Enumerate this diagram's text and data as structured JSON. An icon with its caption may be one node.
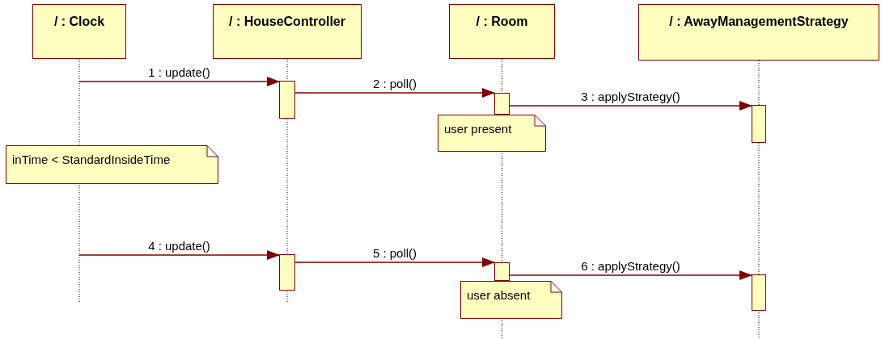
{
  "diagram": {
    "nodes": [
      {
        "text": [
          "/ : Clock"
        ]
      },
      {
        "text": [
          "/ : HouseController"
        ]
      },
      {
        "text": [
          "/ : Room"
        ]
      },
      {
        "text": [
          "/ : AwayManagementStrategy"
        ]
      },
      {
        "text": [],
        "shape": "bar",
        "in": 1
      },
      {
        "text": [],
        "shape": "bar",
        "in": 2
      },
      {
        "text": [],
        "shape": "bar",
        "in": 3
      },
      {
        "text": [
          "user present"
        ]
      },
      {
        "text": [
          "inTime < StandardInsideTime"
        ]
      },
      {
        "text": [],
        "shape": "bar",
        "in": 1
      },
      {
        "text": [],
        "shape": "bar",
        "in": 2
      },
      {
        "text": [],
        "shape": "bar",
        "in": 3
      },
      {
        "text": [
          "user absent"
        ]
      }
    ],
    "edges": [
      {
        "from": 0,
        "to": 4,
        "arrow": "to",
        "label": "1 : update()"
      },
      {
        "from": 4,
        "to": 5,
        "arrow": "to",
        "label": "2 : poll()"
      },
      {
        "from": 5,
        "to": 6,
        "arrow": "to",
        "label": "3 : applyStrategy()"
      },
      {
        "from": 0,
        "to": 9,
        "arrow": "to",
        "label": "4 : update()"
      },
      {
        "from": 9,
        "to": 10,
        "arrow": "to",
        "label": "5 : poll()"
      },
      {
        "from": 10,
        "to": 11,
        "arrow": "to",
        "label": "6 : applyStrategy()"
      }
    ]
  }
}
